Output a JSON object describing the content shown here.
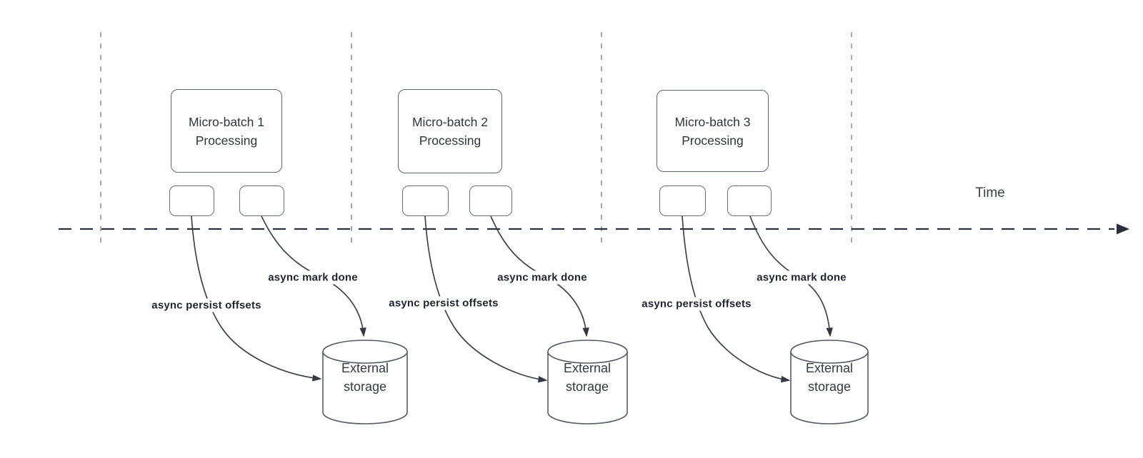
{
  "diagram": {
    "time_axis": {
      "label": "Time"
    },
    "batches": [
      {
        "title": "Micro-batch 1 Processing",
        "persist_arrow_label": "async persist offsets",
        "done_arrow_label": "async mark done",
        "storage_label": "External storage"
      },
      {
        "title": "Micro-batch 2 Processing",
        "persist_arrow_label": "async persist offsets",
        "done_arrow_label": "async mark done",
        "storage_label": "External storage"
      },
      {
        "title": "Micro-batch 3 Processing",
        "persist_arrow_label": "async persist offsets",
        "done_arrow_label": "async mark done",
        "storage_label": "External storage"
      }
    ],
    "colors": {
      "timeline": "#2b303a",
      "guide_line": "#a8a8a8",
      "connector": "#3c414c",
      "arrowhead": "#343943",
      "shape_border": "#5f6570",
      "cylinder_border": "#565b65",
      "title_text": "#30353f",
      "bold_label_text": "#1f2430"
    }
  }
}
